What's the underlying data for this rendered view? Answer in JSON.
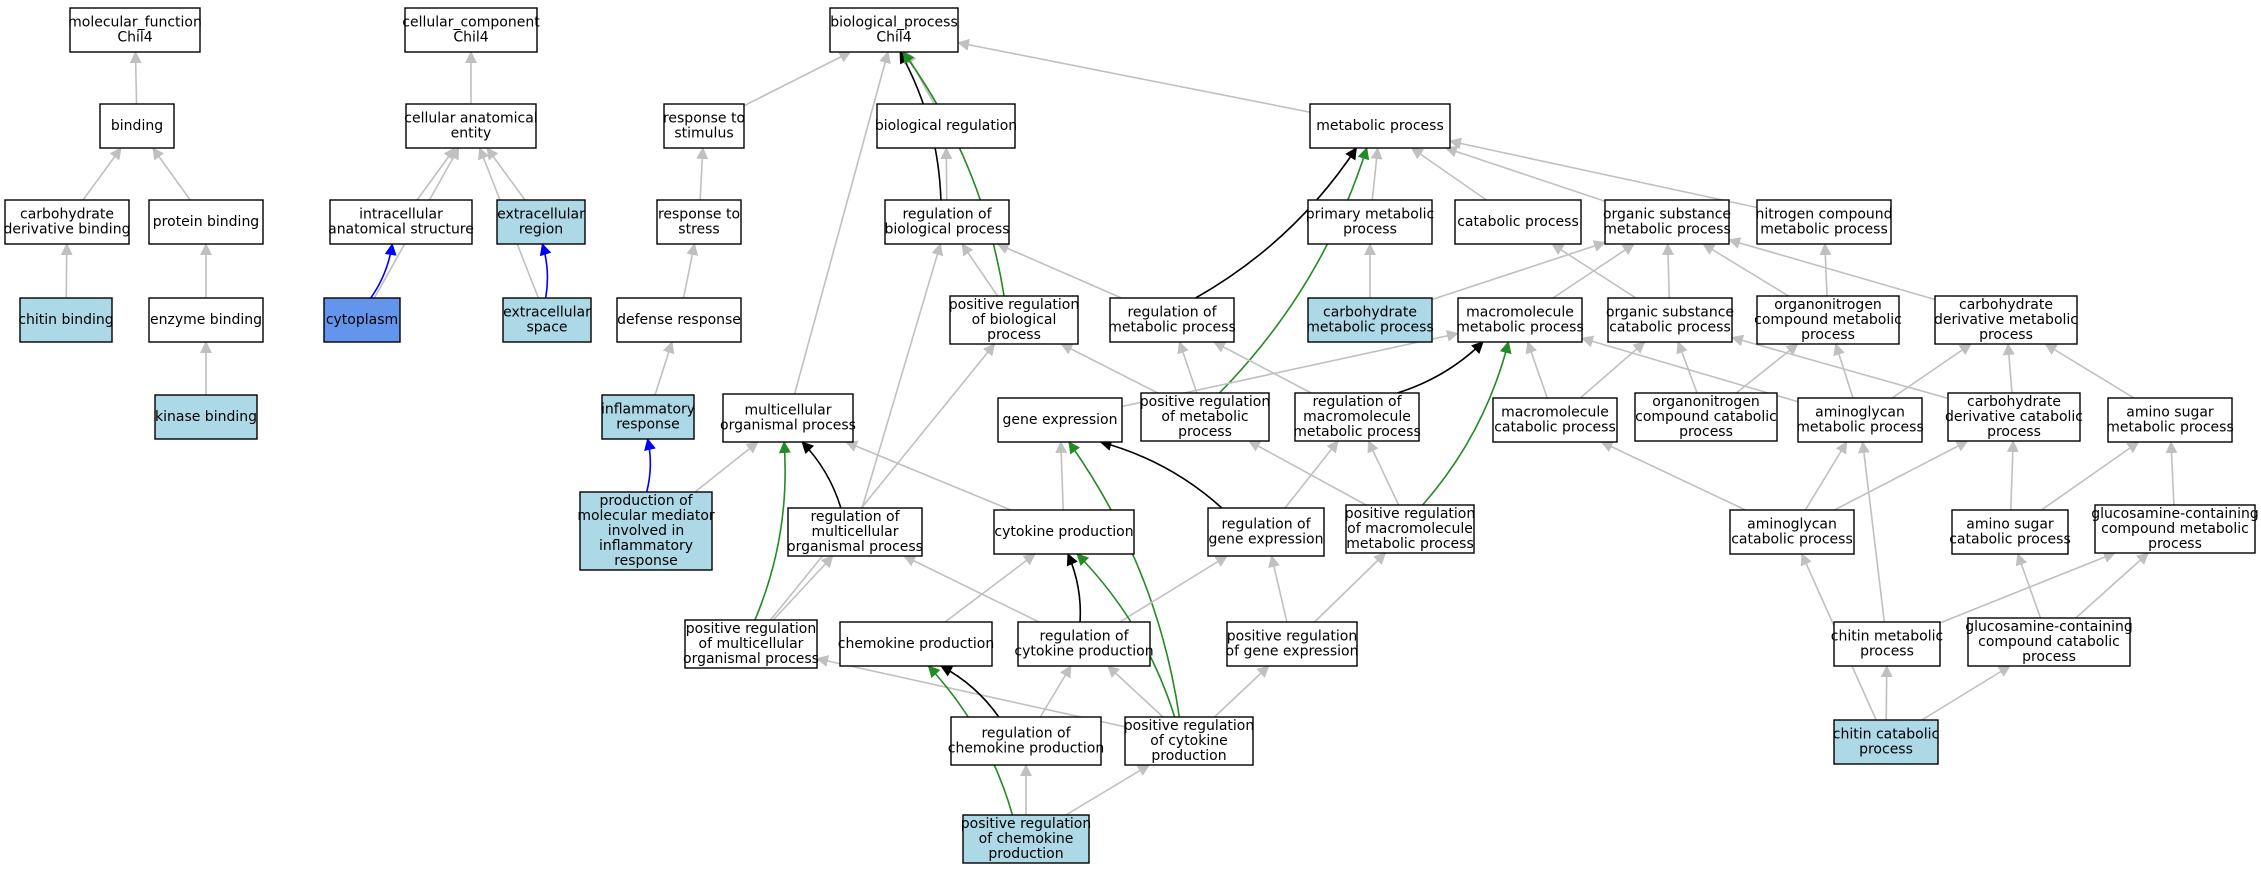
{
  "colors": {
    "node_fill": "#ffffff",
    "node_highlight": "#add8e6",
    "node_selected": "#6495ed",
    "edge_is_a": "#c0c0c0",
    "edge_regulates": "#000000",
    "edge_positively_regulates": "#228b22",
    "edge_part_of": "#0000ff"
  },
  "nodes": [
    {
      "id": "mf",
      "lines": [
        "molecular_function",
        "Chil4"
      ],
      "fill": "white"
    },
    {
      "id": "cc",
      "lines": [
        "cellular_component",
        "Chil4"
      ],
      "fill": "white"
    },
    {
      "id": "bp",
      "lines": [
        "biological_process",
        "Chil4"
      ],
      "fill": "white"
    },
    {
      "id": "binding",
      "lines": [
        "binding"
      ],
      "fill": "white"
    },
    {
      "id": "cae",
      "lines": [
        "cellular anatomical",
        "entity"
      ],
      "fill": "white"
    },
    {
      "id": "rts",
      "lines": [
        "response to",
        "stimulus"
      ],
      "fill": "white"
    },
    {
      "id": "bioreg",
      "lines": [
        "biological regulation"
      ],
      "fill": "white"
    },
    {
      "id": "metab",
      "lines": [
        "metabolic process"
      ],
      "fill": "white"
    },
    {
      "id": "carbbind",
      "lines": [
        "carbohydrate",
        "derivative binding"
      ],
      "fill": "white"
    },
    {
      "id": "protbind",
      "lines": [
        "protein binding"
      ],
      "fill": "white"
    },
    {
      "id": "ias",
      "lines": [
        "intracellular",
        "anatomical structure"
      ],
      "fill": "white"
    },
    {
      "id": "extreg",
      "lines": [
        "extracellular",
        "region"
      ],
      "fill": "lightblue"
    },
    {
      "id": "rtstress",
      "lines": [
        "response to",
        "stress"
      ],
      "fill": "white"
    },
    {
      "id": "regbp",
      "lines": [
        "regulation of",
        "biological process"
      ],
      "fill": "white"
    },
    {
      "id": "primmet",
      "lines": [
        "primary metabolic",
        "process"
      ],
      "fill": "white"
    },
    {
      "id": "catab",
      "lines": [
        "catabolic process"
      ],
      "fill": "white"
    },
    {
      "id": "osmp",
      "lines": [
        "organic substance",
        "metabolic process"
      ],
      "fill": "white"
    },
    {
      "id": "ncmp",
      "lines": [
        "nitrogen compound",
        "metabolic process"
      ],
      "fill": "white"
    },
    {
      "id": "chitinbind",
      "lines": [
        "chitin binding"
      ],
      "fill": "lightblue"
    },
    {
      "id": "enzbind",
      "lines": [
        "enzyme binding"
      ],
      "fill": "white"
    },
    {
      "id": "cytoplasm",
      "lines": [
        "cytoplasm"
      ],
      "fill": "selected"
    },
    {
      "id": "extspace",
      "lines": [
        "extracellular",
        "space"
      ],
      "fill": "lightblue"
    },
    {
      "id": "defresp",
      "lines": [
        "defense response"
      ],
      "fill": "white"
    },
    {
      "id": "posregbp",
      "lines": [
        "positive regulation",
        "of biological",
        "process"
      ],
      "fill": "white"
    },
    {
      "id": "regmet",
      "lines": [
        "regulation of",
        "metabolic process"
      ],
      "fill": "white"
    },
    {
      "id": "carbmet",
      "lines": [
        "carbohydrate",
        "metabolic process"
      ],
      "fill": "lightblue"
    },
    {
      "id": "macromet",
      "lines": [
        "macromolecule",
        "metabolic process"
      ],
      "fill": "white"
    },
    {
      "id": "oscp",
      "lines": [
        "organic substance",
        "catabolic process"
      ],
      "fill": "white"
    },
    {
      "id": "orgncmp",
      "lines": [
        "organonitrogen",
        "compound metabolic",
        "process"
      ],
      "fill": "white"
    },
    {
      "id": "cdmp",
      "lines": [
        "carbohydrate",
        "derivative metabolic",
        "process"
      ],
      "fill": "white"
    },
    {
      "id": "kinbind",
      "lines": [
        "kinase binding"
      ],
      "fill": "lightblue"
    },
    {
      "id": "inflam",
      "lines": [
        "inflammatory",
        "response"
      ],
      "fill": "lightblue"
    },
    {
      "id": "multi",
      "lines": [
        "multicellular",
        "organismal process"
      ],
      "fill": "white"
    },
    {
      "id": "geneexp",
      "lines": [
        "gene expression"
      ],
      "fill": "white"
    },
    {
      "id": "posregmet",
      "lines": [
        "positive regulation",
        "of metabolic",
        "process"
      ],
      "fill": "white"
    },
    {
      "id": "regmacro",
      "lines": [
        "regulation of",
        "macromolecule",
        "metabolic process"
      ],
      "fill": "white"
    },
    {
      "id": "macrocat",
      "lines": [
        "macromolecule",
        "catabolic process"
      ],
      "fill": "white"
    },
    {
      "id": "orgnccp",
      "lines": [
        "organonitrogen",
        "compound catabolic",
        "process"
      ],
      "fill": "white"
    },
    {
      "id": "aminoglymet",
      "lines": [
        "aminoglycan",
        "metabolic process"
      ],
      "fill": "white"
    },
    {
      "id": "cdcp",
      "lines": [
        "carbohydrate",
        "derivative catabolic",
        "process"
      ],
      "fill": "white"
    },
    {
      "id": "aminosugmet",
      "lines": [
        "amino sugar",
        "metabolic process"
      ],
      "fill": "white"
    },
    {
      "id": "pmmi",
      "lines": [
        "production of",
        "molecular mediator",
        "involved in",
        "inflammatory",
        "response"
      ],
      "fill": "lightblue"
    },
    {
      "id": "regmulti",
      "lines": [
        "regulation of",
        "multicellular",
        "organismal process"
      ],
      "fill": "white"
    },
    {
      "id": "cytprod",
      "lines": [
        "cytokine production"
      ],
      "fill": "white"
    },
    {
      "id": "reggene",
      "lines": [
        "regulation of",
        "gene expression"
      ],
      "fill": "white"
    },
    {
      "id": "posregmacro",
      "lines": [
        "positive regulation",
        "of macromolecule",
        "metabolic process"
      ],
      "fill": "white"
    },
    {
      "id": "aminoglycat",
      "lines": [
        "aminoglycan",
        "catabolic process"
      ],
      "fill": "white"
    },
    {
      "id": "aminosugcat",
      "lines": [
        "amino sugar",
        "catabolic process"
      ],
      "fill": "white"
    },
    {
      "id": "glcmp",
      "lines": [
        "glucosamine-containing",
        "compound metabolic",
        "process"
      ],
      "fill": "white"
    },
    {
      "id": "posregmulti",
      "lines": [
        "positive regulation",
        "of multicellular",
        "organismal process"
      ],
      "fill": "white"
    },
    {
      "id": "chemprod",
      "lines": [
        "chemokine production"
      ],
      "fill": "white"
    },
    {
      "id": "regcyt",
      "lines": [
        "regulation of",
        "cytokine production"
      ],
      "fill": "white"
    },
    {
      "id": "posreggene",
      "lines": [
        "positive regulation",
        "of gene expression"
      ],
      "fill": "white"
    },
    {
      "id": "chitinmet",
      "lines": [
        "chitin metabolic",
        "process"
      ],
      "fill": "white"
    },
    {
      "id": "glccp",
      "lines": [
        "glucosamine-containing",
        "compound catabolic",
        "process"
      ],
      "fill": "white"
    },
    {
      "id": "regchem",
      "lines": [
        "regulation of",
        "chemokine production"
      ],
      "fill": "white"
    },
    {
      "id": "posregcyt",
      "lines": [
        "positive regulation",
        "of cytokine",
        "production"
      ],
      "fill": "white"
    },
    {
      "id": "chitincat",
      "lines": [
        "chitin catabolic",
        "process"
      ],
      "fill": "lightblue"
    },
    {
      "id": "posregchem",
      "lines": [
        "positive regulation",
        "of chemokine",
        "production"
      ],
      "fill": "lightblue"
    }
  ],
  "edges": [
    {
      "from": "binding",
      "to": "mf",
      "type": "is_a"
    },
    {
      "from": "carbbind",
      "to": "binding",
      "type": "is_a"
    },
    {
      "from": "protbind",
      "to": "binding",
      "type": "is_a"
    },
    {
      "from": "chitinbind",
      "to": "carbbind",
      "type": "is_a"
    },
    {
      "from": "enzbind",
      "to": "protbind",
      "type": "is_a"
    },
    {
      "from": "kinbind",
      "to": "enzbind",
      "type": "is_a"
    },
    {
      "from": "cae",
      "to": "cc",
      "type": "is_a"
    },
    {
      "from": "ias",
      "to": "cae",
      "type": "is_a"
    },
    {
      "from": "extreg",
      "to": "cae",
      "type": "is_a"
    },
    {
      "from": "cytoplasm",
      "to": "ias",
      "type": "part_of"
    },
    {
      "from": "cytoplasm",
      "to": "cae",
      "type": "is_a"
    },
    {
      "from": "extspace",
      "to": "extreg",
      "type": "part_of"
    },
    {
      "from": "extspace",
      "to": "cae",
      "type": "is_a"
    },
    {
      "from": "rts",
      "to": "bp",
      "type": "is_a"
    },
    {
      "from": "bioreg",
      "to": "bp",
      "type": "is_a"
    },
    {
      "from": "metab",
      "to": "bp",
      "type": "is_a"
    },
    {
      "from": "multi",
      "to": "bp",
      "type": "is_a"
    },
    {
      "from": "regbp",
      "to": "bp",
      "type": "regulates"
    },
    {
      "from": "posregbp",
      "to": "bp",
      "type": "positively_regulates"
    },
    {
      "from": "rtstress",
      "to": "rts",
      "type": "is_a"
    },
    {
      "from": "defresp",
      "to": "rtstress",
      "type": "is_a"
    },
    {
      "from": "inflam",
      "to": "defresp",
      "type": "is_a"
    },
    {
      "from": "pmmi",
      "to": "inflam",
      "type": "part_of"
    },
    {
      "from": "pmmi",
      "to": "multi",
      "type": "is_a"
    },
    {
      "from": "regbp",
      "to": "bioreg",
      "type": "is_a"
    },
    {
      "from": "posregbp",
      "to": "regbp",
      "type": "is_a"
    },
    {
      "from": "regmet",
      "to": "regbp",
      "type": "is_a"
    },
    {
      "from": "regmulti",
      "to": "regbp",
      "type": "is_a"
    },
    {
      "from": "primmet",
      "to": "metab",
      "type": "is_a"
    },
    {
      "from": "catab",
      "to": "metab",
      "type": "is_a"
    },
    {
      "from": "osmp",
      "to": "metab",
      "type": "is_a"
    },
    {
      "from": "ncmp",
      "to": "metab",
      "type": "is_a"
    },
    {
      "from": "regmet",
      "to": "metab",
      "type": "regulates"
    },
    {
      "from": "posregmet",
      "to": "metab",
      "type": "positively_regulates"
    },
    {
      "from": "carbmet",
      "to": "primmet",
      "type": "is_a"
    },
    {
      "from": "carbmet",
      "to": "osmp",
      "type": "is_a"
    },
    {
      "from": "macromet",
      "to": "osmp",
      "type": "is_a"
    },
    {
      "from": "oscp",
      "to": "osmp",
      "type": "is_a"
    },
    {
      "from": "orgncmp",
      "to": "osmp",
      "type": "is_a"
    },
    {
      "from": "cdmp",
      "to": "osmp",
      "type": "is_a"
    },
    {
      "from": "orgncmp",
      "to": "ncmp",
      "type": "is_a"
    },
    {
      "from": "oscp",
      "to": "catab",
      "type": "is_a"
    },
    {
      "from": "posregmet",
      "to": "posregbp",
      "type": "is_a"
    },
    {
      "from": "posregmet",
      "to": "regmet",
      "type": "is_a"
    },
    {
      "from": "regmacro",
      "to": "regmet",
      "type": "is_a"
    },
    {
      "from": "geneexp",
      "to": "macromet",
      "type": "is_a"
    },
    {
      "from": "macrocat",
      "to": "macromet",
      "type": "is_a"
    },
    {
      "from": "aminoglymet",
      "to": "macromet",
      "type": "is_a"
    },
    {
      "from": "regmacro",
      "to": "macromet",
      "type": "regulates"
    },
    {
      "from": "posregmacro",
      "to": "macromet",
      "type": "positively_regulates"
    },
    {
      "from": "macrocat",
      "to": "oscp",
      "type": "is_a"
    },
    {
      "from": "orgnccp",
      "to": "oscp",
      "type": "is_a"
    },
    {
      "from": "cdcp",
      "to": "oscp",
      "type": "is_a"
    },
    {
      "from": "orgnccp",
      "to": "orgncmp",
      "type": "is_a"
    },
    {
      "from": "aminoglymet",
      "to": "orgncmp",
      "type": "is_a"
    },
    {
      "from": "aminoglymet",
      "to": "cdmp",
      "type": "is_a"
    },
    {
      "from": "cdcp",
      "to": "cdmp",
      "type": "is_a"
    },
    {
      "from": "aminosugmet",
      "to": "cdmp",
      "type": "is_a"
    },
    {
      "from": "regmulti",
      "to": "multi",
      "type": "regulates"
    },
    {
      "from": "posregmulti",
      "to": "multi",
      "type": "positively_regulates"
    },
    {
      "from": "cytprod",
      "to": "multi",
      "type": "is_a"
    },
    {
      "from": "cytprod",
      "to": "geneexp",
      "type": "is_a"
    },
    {
      "from": "reggene",
      "to": "geneexp",
      "type": "regulates"
    },
    {
      "from": "posregcyt",
      "to": "geneexp",
      "type": "positively_regulates"
    },
    {
      "from": "reggene",
      "to": "regmacro",
      "type": "is_a"
    },
    {
      "from": "posregmacro",
      "to": "posregmet",
      "type": "is_a"
    },
    {
      "from": "posregmacro",
      "to": "regmacro",
      "type": "is_a"
    },
    {
      "from": "aminoglycat",
      "to": "macrocat",
      "type": "is_a"
    },
    {
      "from": "aminoglycat",
      "to": "aminoglymet",
      "type": "is_a"
    },
    {
      "from": "aminoglycat",
      "to": "cdcp",
      "type": "is_a"
    },
    {
      "from": "aminosugcat",
      "to": "cdcp",
      "type": "is_a"
    },
    {
      "from": "aminosugcat",
      "to": "aminosugmet",
      "type": "is_a"
    },
    {
      "from": "glcmp",
      "to": "aminosugmet",
      "type": "is_a"
    },
    {
      "from": "posregmulti",
      "to": "posregbp",
      "type": "is_a"
    },
    {
      "from": "posregmulti",
      "to": "regmulti",
      "type": "is_a"
    },
    {
      "from": "chemprod",
      "to": "cytprod",
      "type": "is_a"
    },
    {
      "from": "regcyt",
      "to": "cytprod",
      "type": "regulates"
    },
    {
      "from": "regcyt",
      "to": "regmulti",
      "type": "is_a"
    },
    {
      "from": "regcyt",
      "to": "reggene",
      "type": "is_a"
    },
    {
      "from": "posregcyt",
      "to": "cytprod",
      "type": "positively_regulates"
    },
    {
      "from": "posregcyt",
      "to": "posregmulti",
      "type": "is_a"
    },
    {
      "from": "posregcyt",
      "to": "regcyt",
      "type": "is_a"
    },
    {
      "from": "posregcyt",
      "to": "posreggene",
      "type": "is_a"
    },
    {
      "from": "posreggene",
      "to": "reggene",
      "type": "is_a"
    },
    {
      "from": "posreggene",
      "to": "posregmacro",
      "type": "is_a"
    },
    {
      "from": "chitinmet",
      "to": "aminoglymet",
      "type": "is_a"
    },
    {
      "from": "chitinmet",
      "to": "glcmp",
      "type": "is_a"
    },
    {
      "from": "glccp",
      "to": "aminosugcat",
      "type": "is_a"
    },
    {
      "from": "glccp",
      "to": "glcmp",
      "type": "is_a"
    },
    {
      "from": "regchem",
      "to": "chemprod",
      "type": "regulates"
    },
    {
      "from": "regchem",
      "to": "regcyt",
      "type": "is_a"
    },
    {
      "from": "posregchem",
      "to": "chemprod",
      "type": "positively_regulates"
    },
    {
      "from": "posregchem",
      "to": "regchem",
      "type": "is_a"
    },
    {
      "from": "posregchem",
      "to": "posregcyt",
      "type": "is_a"
    },
    {
      "from": "chitincat",
      "to": "chitinmet",
      "type": "is_a"
    },
    {
      "from": "chitincat",
      "to": "glccp",
      "type": "is_a"
    },
    {
      "from": "chitincat",
      "to": "aminoglycat",
      "type": "is_a"
    }
  ]
}
